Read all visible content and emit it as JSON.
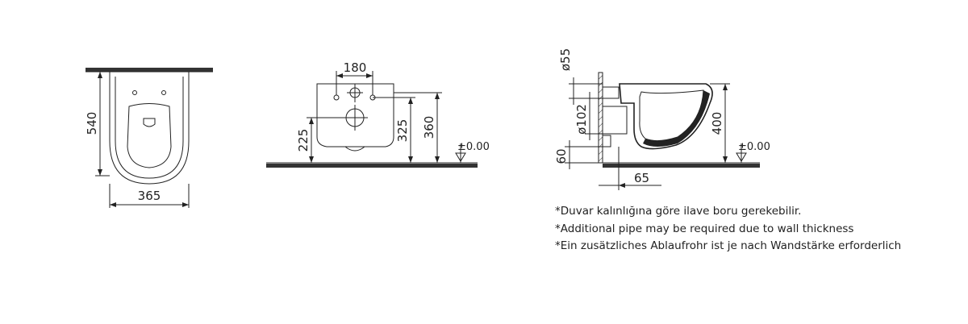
{
  "front_view": {
    "height_dim": "540",
    "width_dim": "365"
  },
  "rear_view": {
    "spacing_dim": "180",
    "dim_left": "225",
    "dim_mid": "325",
    "dim_right": "360",
    "floor_level": "±0.00"
  },
  "side_view": {
    "dim_pipe_small": "ø55",
    "dim_pipe_large": "ø102",
    "dim_bottom": "60",
    "dim_offset": "65",
    "dim_height": "400",
    "floor_level": "±0.00"
  },
  "notes": [
    "*Duvar kalınlığına göre ilave boru gerekebilir.",
    "*Additional pipe may be required due to wall thickness",
    "*Ein zusätzliches Ablaufrohr ist je nach Wandstärke erforderlich"
  ]
}
